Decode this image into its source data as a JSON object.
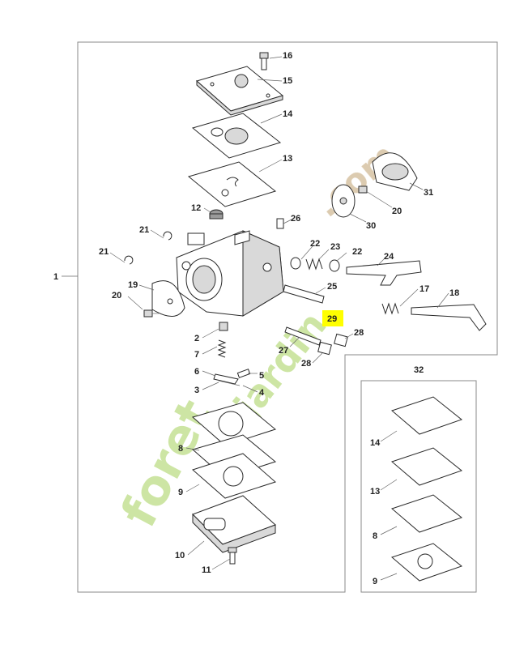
{
  "diagram": {
    "assembly_label": "1",
    "kit_label": "32",
    "highlight_label": "29",
    "highlight_color": "#ffff00",
    "watermark": {
      "text1": "foret",
      "text2": "jardin",
      "text3": ".com",
      "color_main": "#c8e39a",
      "color_accent": "#f5b97a"
    },
    "parts": {
      "p16": "16",
      "p15": "15",
      "p14": "14",
      "p13": "13",
      "p12": "12",
      "p21a": "21",
      "p21b": "21",
      "p26": "26",
      "p22a": "22",
      "p23": "23",
      "p22b": "22",
      "p24": "24",
      "p25": "25",
      "p19": "19",
      "p20a": "20",
      "p17": "17",
      "p18": "18",
      "p28a": "28",
      "p27": "27",
      "p28b": "28",
      "p2": "2",
      "p7": "7",
      "p6": "6",
      "p5": "5",
      "p3": "3",
      "p4": "4",
      "p8": "8",
      "p9": "9",
      "p10": "10",
      "p11": "11",
      "p31": "31",
      "p20b": "20",
      "p30": "30",
      "k14": "14",
      "k13": "13",
      "k8": "8",
      "k9": "9"
    }
  }
}
